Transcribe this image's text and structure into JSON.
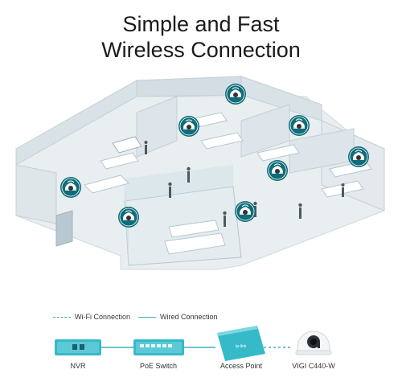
{
  "title": {
    "line1": "Simple and Fast",
    "line2": "Wireless Connection"
  },
  "legend": {
    "wifi": "Wi-Fi Connection",
    "wired": "Wired Connection"
  },
  "devices": {
    "nvr": "NVR",
    "poe_switch": "PoE Switch",
    "access_point": "Access Point",
    "camera": "VIGI C440-W"
  },
  "icons": {
    "camera_badge": "wifi-camera-icon",
    "ap_logo": "tp-link-logo"
  },
  "colors": {
    "accent": "#0f6d7a",
    "teal_line": "#3bb2b8",
    "device_blue": "#36b9c9",
    "floor": "#e9eef1",
    "wall": "#cfd9df"
  }
}
